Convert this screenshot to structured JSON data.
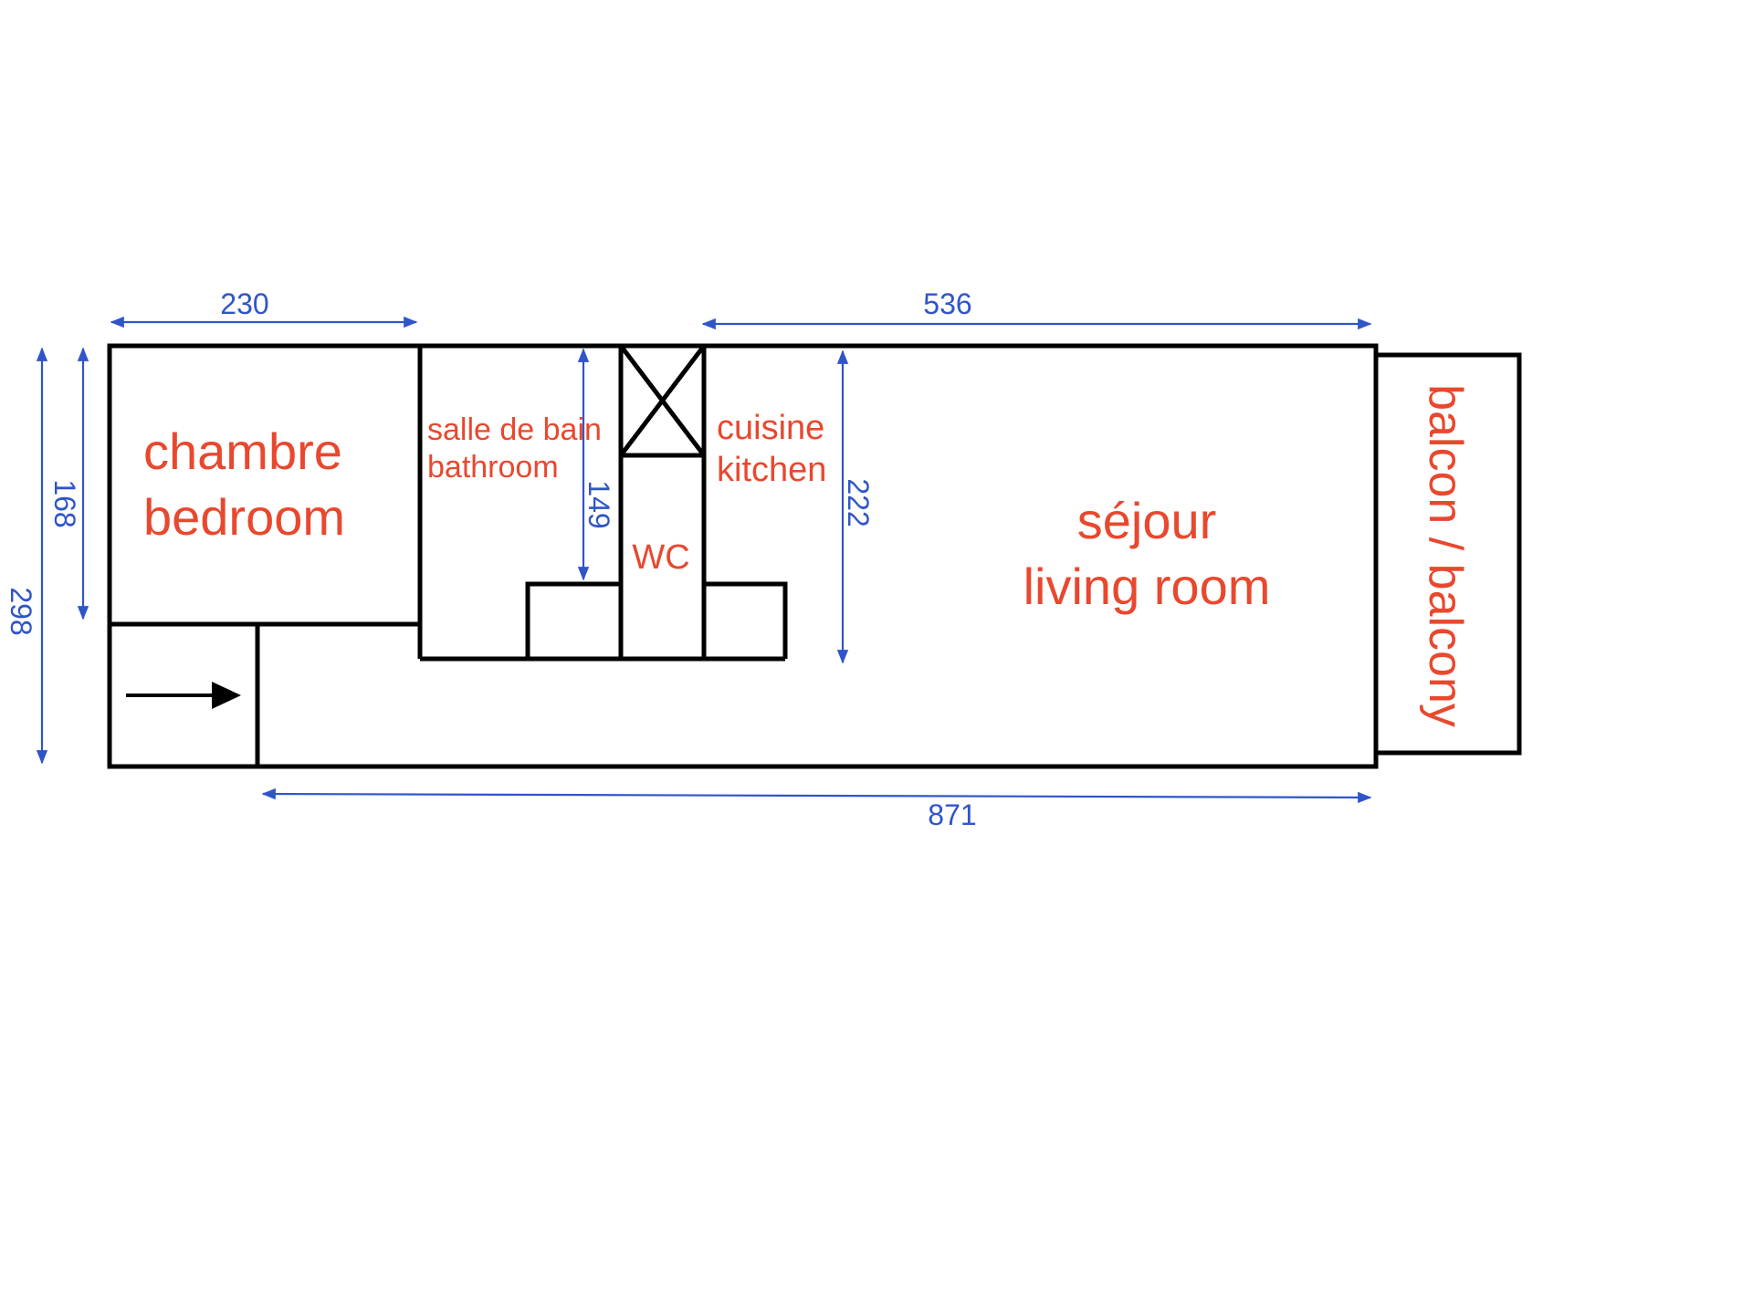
{
  "colors": {
    "walls": "#000000",
    "dimensions": "#2f55c9",
    "room_labels": "#e8482e",
    "background": "#ffffff"
  },
  "rooms": {
    "chambre": {
      "fr": "chambre",
      "en": "bedroom"
    },
    "salle_de_bain": {
      "fr": "salle de bain",
      "en": "bathroom"
    },
    "wc": {
      "label": "WC"
    },
    "cuisine": {
      "fr": "cuisine",
      "en": "kitchen"
    },
    "sejour": {
      "fr": "séjour",
      "en": "living room"
    },
    "balcon": {
      "label": "balcon / balcony"
    }
  },
  "dimensions": {
    "bedroom_width": "230",
    "living_width": "536",
    "total_length": "871",
    "total_height": "298",
    "bedroom_height": "168",
    "bathroom_height": "149",
    "kitchen_height": "222"
  },
  "icons": {
    "entrance": "arrow-right-icon",
    "duct": "x-box-icon"
  }
}
